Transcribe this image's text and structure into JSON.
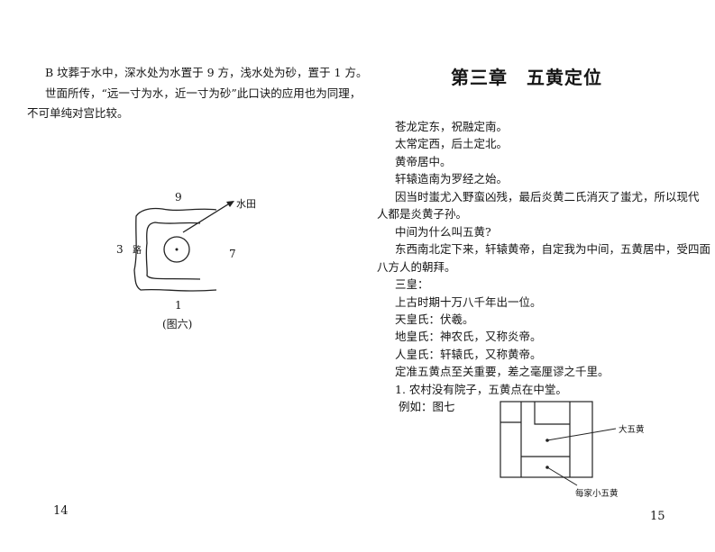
{
  "left_page": {
    "paragraphs": [
      "B 坟葬于水中，深水处为水置于 9 方，浅水处为砂，置于 1 方。",
      "世面所传，“远一寸为水，近一寸为砂”此口诀的应用也为同理，",
      "不可单纯对宫比较。"
    ],
    "figure": {
      "labels": {
        "top": "9",
        "left": "3",
        "right": "7",
        "bottom": "1",
        "road": "路",
        "paddy": "水田"
      },
      "caption": "(图六)"
    },
    "page_number": "14"
  },
  "right_page": {
    "chapter_title": "第三章　五黄定位",
    "lines": [
      "苍龙定东，祝融定南。",
      "太常定西，后土定北。",
      "黄帝居中。",
      "轩辕造南为罗经之始。",
      "因当时蚩尤入野蛮凶残，最后炎黄二氏消灭了蚩尤，所以现代",
      "人都是炎黄子孙。",
      "中间为什么叫五黄?",
      "东西南北定下来，轩辕黄帝，自定我为中间，五黄居中，受四面",
      "八方人的朝拜。",
      "三皇：",
      "上古时期十万八千年出一位。",
      "天皇氏：伏羲。",
      "地皇氏：神农氏，又称炎帝。",
      "人皇氏：轩辕氏，又称黄帝。",
      "定准五黄点至关重要，差之毫厘谬之千里。",
      "1. 农村没有院子，五黄点在中堂。",
      "例如：图七"
    ],
    "figure": {
      "labels": {
        "big": "大五黄",
        "small": "每家小五黄"
      }
    },
    "page_number": "15"
  }
}
